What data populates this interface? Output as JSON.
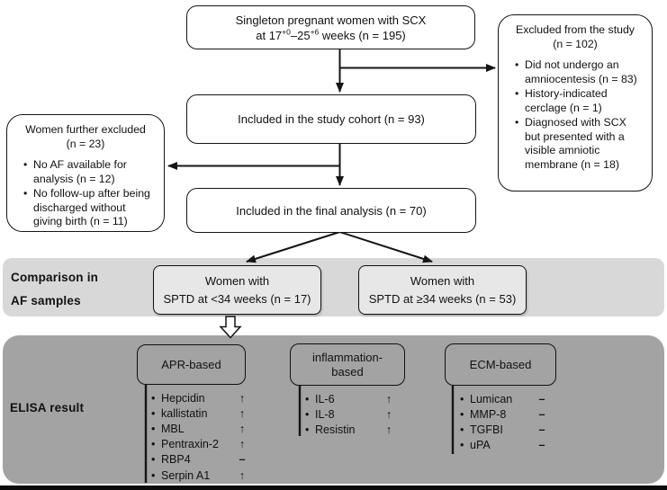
{
  "flow": {
    "top_box": {
      "line1": "Singleton pregnant women with SCX",
      "line2_pre": "at 17",
      "line2_sup1": "+0",
      "line2_mid": "–25",
      "line2_sup2": "+6",
      "line2_post": " weeks (n = 195)"
    },
    "excluded_box": {
      "title_line1": "Excluded from the study",
      "title_line2": "(n = 102)",
      "bullets": [
        "Did not undergo an amniocentesis (n = 83)",
        "History-indicated cerclage (n = 1)",
        "Diagnosed with SCX but presented with a visible amniotic membrane (n = 18)"
      ]
    },
    "cohort_box": {
      "label": "Included in the study cohort (n = 93)"
    },
    "further_excluded_box": {
      "title_line1": "Women further excluded",
      "title_line2": "(n = 23)",
      "bullets": [
        "No AF available for analysis (n = 12)",
        "No follow-up after being discharged without giving birth (n = 11)"
      ]
    },
    "final_box": {
      "label": "Included in the final analysis (n = 70)"
    }
  },
  "comparison_band": {
    "label_line1": "Comparison in",
    "label_line2": "AF samples",
    "group_lt34": {
      "line1": "Women with",
      "line2": "SPTD at <34 weeks (n = 17)"
    },
    "group_ge34": {
      "line1": "Women with",
      "line2": "SPTD at ≥34 weeks (n = 53)"
    }
  },
  "elisa_band": {
    "label": "ELISA result",
    "columns": [
      {
        "header": "APR-based",
        "items": [
          {
            "name": "Hepcidin",
            "symbol": "↑"
          },
          {
            "name": "kallistatin",
            "symbol": "↑"
          },
          {
            "name": "MBL",
            "symbol": "↑"
          },
          {
            "name": "Pentraxin-2",
            "symbol": "↑"
          },
          {
            "name": "RBP4",
            "symbol": "–"
          },
          {
            "name": "Serpin A1",
            "symbol": "↑"
          }
        ]
      },
      {
        "header": "inflammation-\nbased",
        "items": [
          {
            "name": "IL-6",
            "symbol": "↑"
          },
          {
            "name": "IL-8",
            "symbol": "↑"
          },
          {
            "name": "Resistin",
            "symbol": "↑"
          }
        ]
      },
      {
        "header": "ECM-based",
        "items": [
          {
            "name": "Lumican",
            "symbol": "–"
          },
          {
            "name": "MMP-8",
            "symbol": "–"
          },
          {
            "name": "TGFBI",
            "symbol": "–"
          },
          {
            "name": "uPA",
            "symbol": "–"
          }
        ]
      }
    ]
  },
  "colors": {
    "band_light": "#d8d8d8",
    "band_dark": "#a3a3a3",
    "box_fill_light": "#e7e7e7",
    "line": "#151515"
  }
}
